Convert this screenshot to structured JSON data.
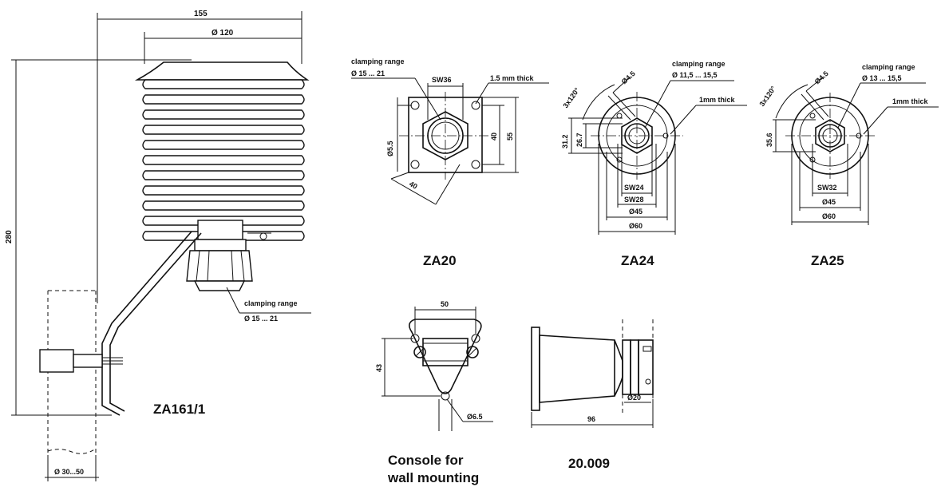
{
  "za161": {
    "title": "ZA161/1",
    "dim_width": "155",
    "dim_diameter": "Ø 120",
    "dim_height": "280",
    "dim_mast": "Ø 30...50",
    "clamp_label": "clamping range",
    "clamp_value": "Ø 15 ... 21"
  },
  "za20": {
    "title": "ZA20",
    "clamp_label": "clamping range",
    "clamp_value": "Ø 15 ... 21",
    "sw": "SW36",
    "thickness": "1.5 mm thick",
    "hole": "Ø5.5",
    "dim_40v": "40",
    "dim_55": "55",
    "dim_40d": "40"
  },
  "za24": {
    "title": "ZA24",
    "angle": "3x120°",
    "hole": "Ø4.5",
    "clamp_label": "clamping range",
    "clamp_value": "Ø 11,5 ... 15,5",
    "thickness": "1mm thick",
    "dim_312": "31.2",
    "dim_267": "26.7",
    "sw24": "SW24",
    "sw28": "SW28",
    "d45": "Ø45",
    "d60": "Ø60"
  },
  "za25": {
    "title": "ZA25",
    "angle": "3x120°",
    "hole": "Ø4.5",
    "clamp_label": "clamping range",
    "clamp_value": "Ø 13 ... 15,5",
    "thickness": "1mm thick",
    "dim_356": "35.6",
    "sw32": "SW32",
    "d45": "Ø45",
    "d60": "Ø60"
  },
  "console": {
    "title_line1": "Console  for",
    "title_line2": "wall mounting",
    "dim_50": "50",
    "dim_43": "43",
    "hole": "Ø6.5"
  },
  "part20009": {
    "title": "20.009",
    "dim_96": "96",
    "d20": "Ø20"
  }
}
